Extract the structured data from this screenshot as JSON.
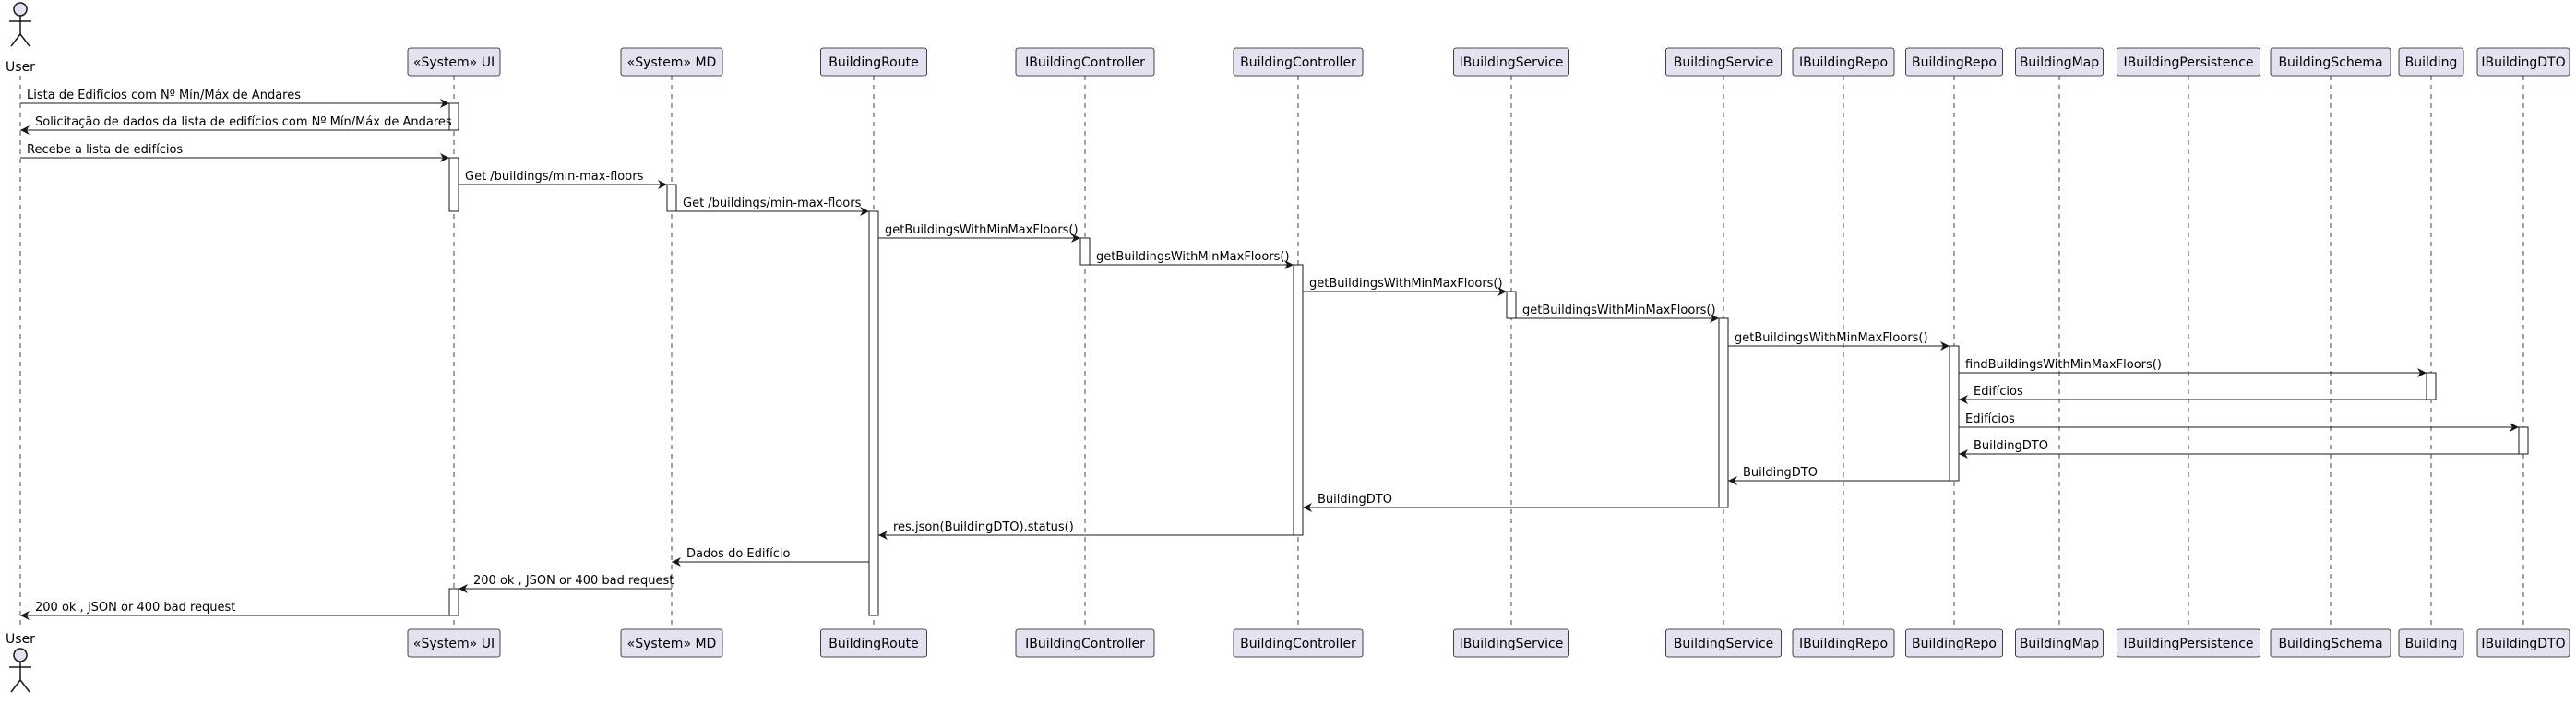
{
  "colors": {
    "participant_fill": "#E2E2F0",
    "participant_border": "#181818",
    "lifeline": "#181818",
    "activation_fill": "#FFFFFF",
    "arrow": "#181818",
    "text": "#000000"
  },
  "participants": [
    {
      "name": "User",
      "kind": "actor"
    },
    {
      "name": "«System» UI",
      "kind": "box"
    },
    {
      "name": "«System» MD",
      "kind": "box"
    },
    {
      "name": "BuildingRoute",
      "kind": "box"
    },
    {
      "name": "IBuildingController",
      "kind": "box"
    },
    {
      "name": "BuildingController",
      "kind": "box"
    },
    {
      "name": "IBuildingService",
      "kind": "box"
    },
    {
      "name": "BuildingService",
      "kind": "box"
    },
    {
      "name": "IBuildingRepo",
      "kind": "box"
    },
    {
      "name": "BuildingRepo",
      "kind": "box"
    },
    {
      "name": "BuildingMap",
      "kind": "box"
    },
    {
      "name": "IBuildingPersistence",
      "kind": "box"
    },
    {
      "name": "BuildingSchema",
      "kind": "box"
    },
    {
      "name": "Building",
      "kind": "box"
    },
    {
      "name": "IBuildingDTO",
      "kind": "box"
    }
  ],
  "messages": [
    {
      "from": 0,
      "to": 1,
      "label": "Lista de Edifícios com Nº Mín/Máx de Andares"
    },
    {
      "from": 1,
      "to": 0,
      "label": "Solicitação de dados da lista de edifícios com Nº Mín/Máx de Andares"
    },
    {
      "from": 0,
      "to": 1,
      "label": "Recebe a lista de edifícios"
    },
    {
      "from": 1,
      "to": 2,
      "label": "Get /buildings/min-max-floors"
    },
    {
      "from": 2,
      "to": 3,
      "label": "Get /buildings/min-max-floors"
    },
    {
      "from": 3,
      "to": 4,
      "label": "getBuildingsWithMinMaxFloors()"
    },
    {
      "from": 4,
      "to": 5,
      "label": "getBuildingsWithMinMaxFloors()"
    },
    {
      "from": 5,
      "to": 6,
      "label": "getBuildingsWithMinMaxFloors()"
    },
    {
      "from": 6,
      "to": 7,
      "label": "getBuildingsWithMinMaxFloors()"
    },
    {
      "from": 7,
      "to": 9,
      "label": "getBuildingsWithMinMaxFloors()"
    },
    {
      "from": 9,
      "to": 13,
      "label": "findBuildingsWithMinMaxFloors()"
    },
    {
      "from": 13,
      "to": 9,
      "label": "Edifícios"
    },
    {
      "from": 9,
      "to": 14,
      "label": "Edifícios"
    },
    {
      "from": 14,
      "to": 9,
      "label": "BuildingDTO"
    },
    {
      "from": 9,
      "to": 7,
      "label": "BuildingDTO"
    },
    {
      "from": 7,
      "to": 5,
      "label": "BuildingDTO"
    },
    {
      "from": 5,
      "to": 3,
      "label": "res.json(BuildingDTO).status()"
    },
    {
      "from": 3,
      "to": 2,
      "label": "Dados do Edifício"
    },
    {
      "from": 2,
      "to": 1,
      "label": "200 ok , JSON or 400 bad request"
    },
    {
      "from": 1,
      "to": 0,
      "label": "200 ok , JSON or 400 bad request"
    }
  ]
}
